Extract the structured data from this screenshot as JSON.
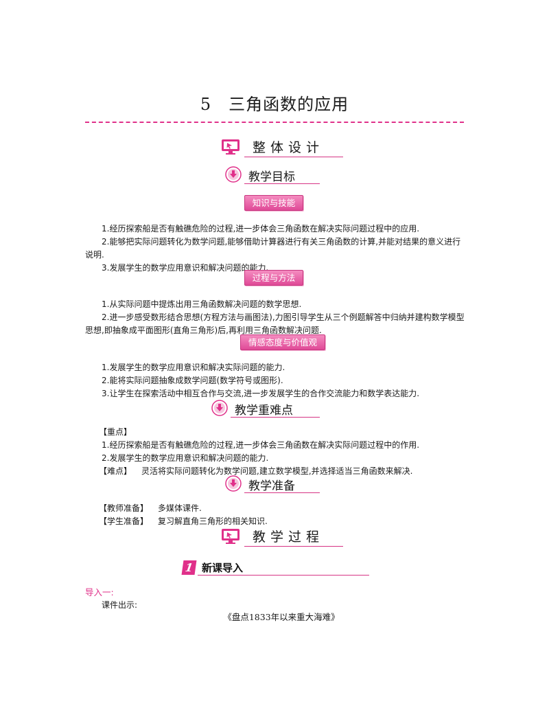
{
  "title": "5　三角函数的应用",
  "sections": {
    "overall_design": "整体设计",
    "teaching_process": "教学过程"
  },
  "goals": {
    "heading": "教学目标",
    "knowledge": {
      "tag": "知识与技能",
      "items": [
        "1.经历探索船是否有触礁危险的过程,进一步体会三角函数在解决实际问题过程中的应用.",
        "2.能够把实际问题转化为数学问题,能够借助计算器进行有关三角函数的计算,并能对结果的意义进行说明.",
        "3.发展学生的数学应用意识和解决问题的能力."
      ]
    },
    "process": {
      "tag": "过程与方法",
      "items": [
        "1.从实际问题中提炼出用三角函数解决问题的数学思想.",
        "2.进一步感受数形结合思想(方程方法与画图法),力图引导学生从三个例题解答中归纳并建构数学模型思想,即抽象成平面图形(直角三角形)后,再利用三角函数解决问题."
      ]
    },
    "attitude": {
      "tag": "情感态度与价值观",
      "items": [
        "1.发展学生的数学应用意识和解决实际问题的能力.",
        "2.能将实际问题抽象成数学问题(数学符号或图形).",
        "3.让学生在探索活动中相互合作与交流,进一步发展学生的合作交流能力和数学表达能力."
      ]
    }
  },
  "key_points": {
    "heading": "教学重难点",
    "focus_label": "【重点】",
    "focus_items": [
      "1.经历探索船是否有触礁危险的过程,进一步体会三角函数在解决实际问题过程中的作用.",
      "2.发展学生的数学应用意识和解决问题的能力."
    ],
    "difficulty_label": "【难点】",
    "difficulty_text": "灵活将实际问题转化为数学问题,建立数学模型,并选择适当三角函数来解决."
  },
  "preparation": {
    "heading": "教学准备",
    "teacher_label": "【教师准备】",
    "teacher_text": "多媒体课件.",
    "student_label": "【学生准备】",
    "student_text": "复习解直角三角形的相关知识."
  },
  "lesson": {
    "number": "1",
    "heading": "新课导入",
    "intro_label": "导入一:",
    "courseware": "课件出示:",
    "book_title": "《盘点1833年以来重大海难》"
  },
  "colors": {
    "accent": "#e0308a",
    "tag_top": "#f58cc0",
    "tag_bottom": "#e04a97"
  },
  "icons": [
    "monitor-icon",
    "down-arrow-circle-icon"
  ]
}
